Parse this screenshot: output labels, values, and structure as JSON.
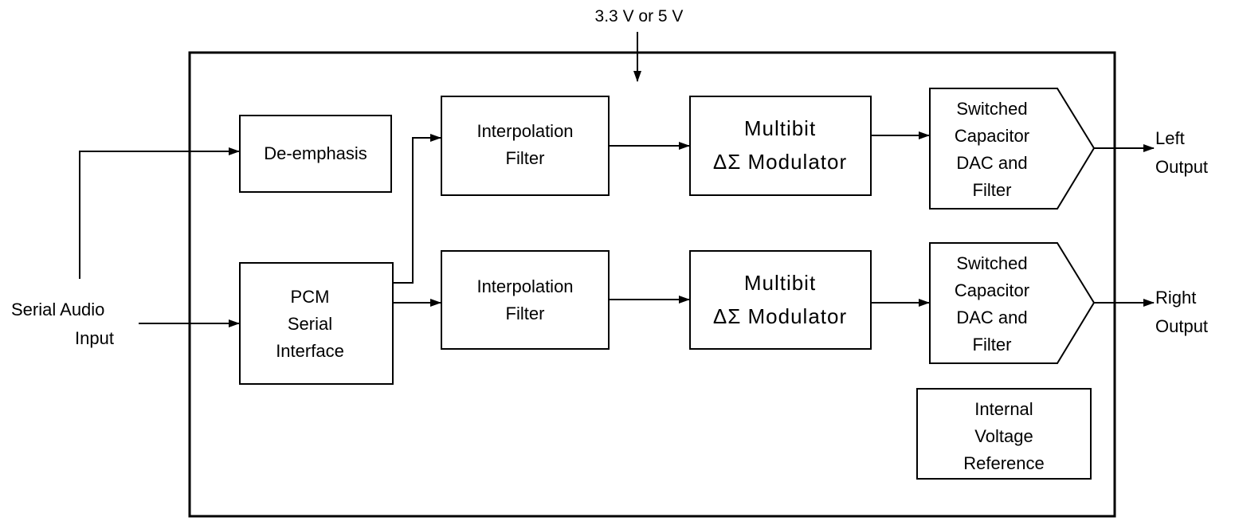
{
  "supply": "3.3 V or 5 V",
  "input": {
    "line1": "Serial Audio",
    "line2": "Input"
  },
  "blocks": {
    "deemphasis": "De-emphasis",
    "pcm": [
      "PCM",
      "Serial",
      "Interface"
    ],
    "interp_top": [
      "Interpolation",
      "Filter"
    ],
    "interp_bottom": [
      "Interpolation",
      "Filter"
    ],
    "mod_top": [
      "Multibit",
      "ΔΣ Modulator"
    ],
    "mod_bottom": [
      "Multibit",
      "ΔΣ Modulator"
    ],
    "dac_top": [
      "Switched",
      "Capacitor",
      "DAC and",
      "Filter"
    ],
    "dac_bottom": [
      "Switched",
      "Capacitor",
      "DAC and",
      "Filter"
    ],
    "vref": [
      "Internal",
      "Voltage",
      "Reference"
    ]
  },
  "outputs": {
    "left": [
      "Left",
      "Output"
    ],
    "right": [
      "Right",
      "Output"
    ]
  }
}
